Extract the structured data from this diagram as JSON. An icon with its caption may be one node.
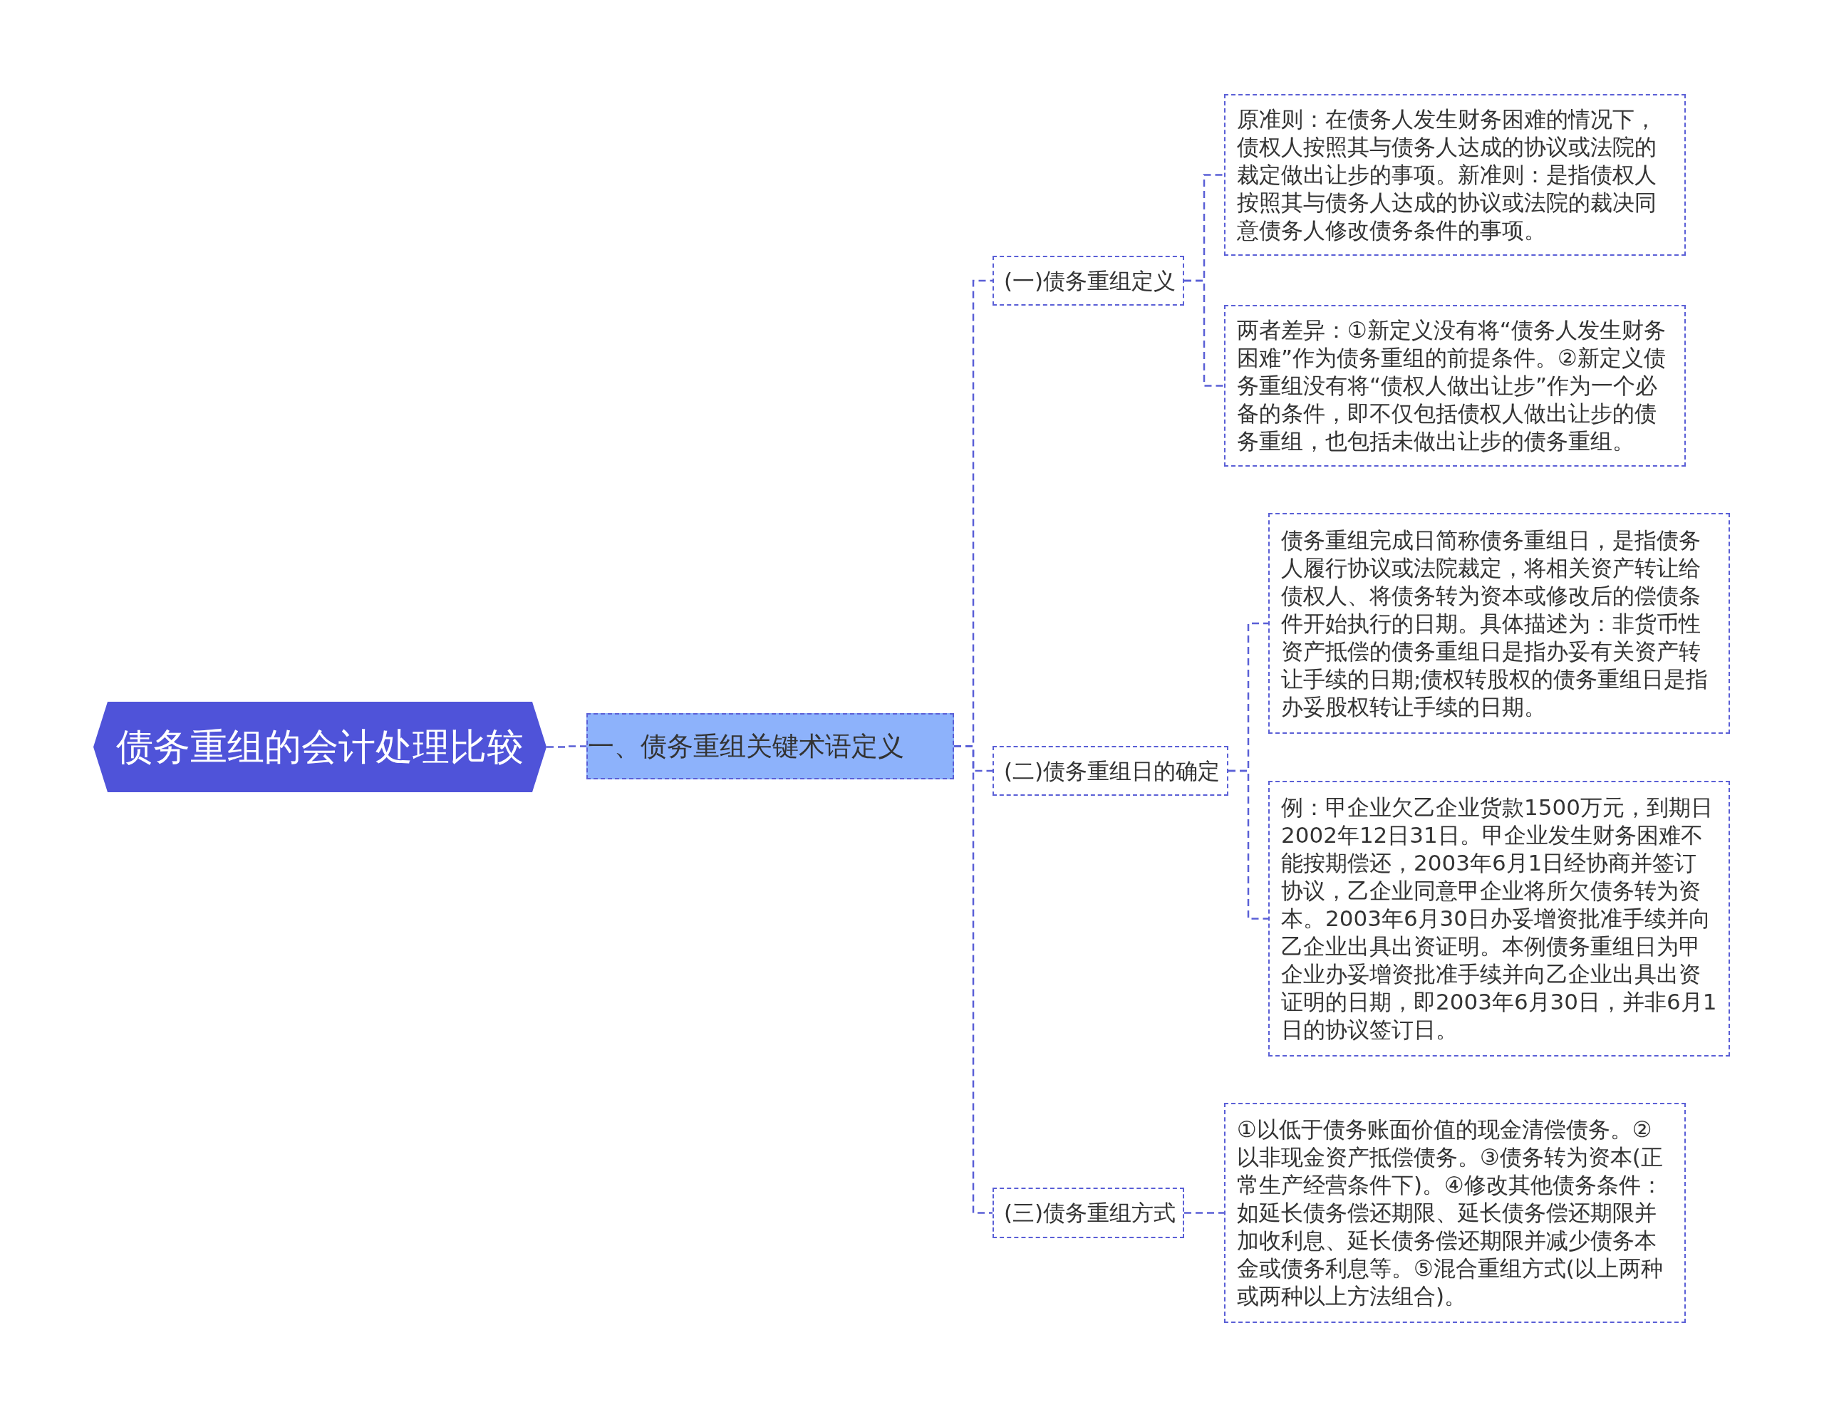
{
  "diagram": {
    "nodes": [
      {
        "text": [
          "债务重组的会计处理比较"
        ]
      },
      {
        "text": [
          "一、债务重组关键术语定义"
        ]
      },
      {
        "text": [
          "(一)债务重组定义"
        ]
      },
      {
        "text": [
          "原准则：在债务人发生财务困难的情况下，债权人按照其与债务人达成的协议或法院的裁定做出让步的事项。新准则：是指债权人按照其与债务人达成的协议或法院的裁决同意债务人修改债务条件的事项。"
        ]
      },
      {
        "text": [
          "两者差异：①新定义没有将“债务人发生财务困难”作为债务重组的前提条件。②新定义债务重组没有将“债权人做出让步”作为一个必备的条件，即不仅包括债权人做出让步的债务重组，也包括未做出让步的债务重组。"
        ]
      },
      {
        "text": [
          "(二)债务重组日的确定"
        ]
      },
      {
        "text": [
          "债务重组完成日简称债务重组日，是指债务人履行协议或法院裁定，将相关资产转让给债权人、将债务转为资本或修改后的偿债条件开始执行的日期。具体描述为：非货币性资产抵偿的债务重组日是指办妥有关资产转让手续的日期;债权转股权的债务重组日是指办妥股权转让手续的日期。"
        ]
      },
      {
        "text": [
          "例：甲企业欠乙企业货款1500万元，到期日2002年12日31日。甲企业发生财务困难不能按期偿还，2003年6月1日经协商并签订协议，乙企业同意甲企业将所欠债务转为资本。2003年6月30日办妥增资批准手续并向乙企业出具出资证明。本例债务重组日为甲企业办妥增资批准手续并向乙企业出具出资证明的日期，即2003年6月30日，并非6月1日的协议签订日。"
        ]
      },
      {
        "text": [
          "(三)债务重组方式"
        ]
      },
      {
        "text": [
          "①以低于债务账面价值的现金清偿债务。②以非现金资产抵偿债务。③债务转为资本(正常生产经营条件下)。④修改其他债务条件：如延长债务偿还期限、延长债务偿还期限并加收利息、延长债务偿还期限并减少债务本金或债务利息等。⑤混合重组方式(以上两种或两种以上方法组合)。"
        ]
      }
    ],
    "edges": [
      {
        "from": 0,
        "to": 1,
        "arrow": "none"
      },
      {
        "from": 1,
        "to": 2,
        "arrow": "none"
      },
      {
        "from": 1,
        "to": 5,
        "arrow": "none"
      },
      {
        "from": 1,
        "to": 8,
        "arrow": "none"
      },
      {
        "from": 2,
        "to": 3,
        "arrow": "none"
      },
      {
        "from": 2,
        "to": 4,
        "arrow": "none"
      },
      {
        "from": 5,
        "to": 6,
        "arrow": "none"
      },
      {
        "from": 5,
        "to": 7,
        "arrow": "none"
      },
      {
        "from": 8,
        "to": 9,
        "arrow": "none"
      }
    ]
  }
}
